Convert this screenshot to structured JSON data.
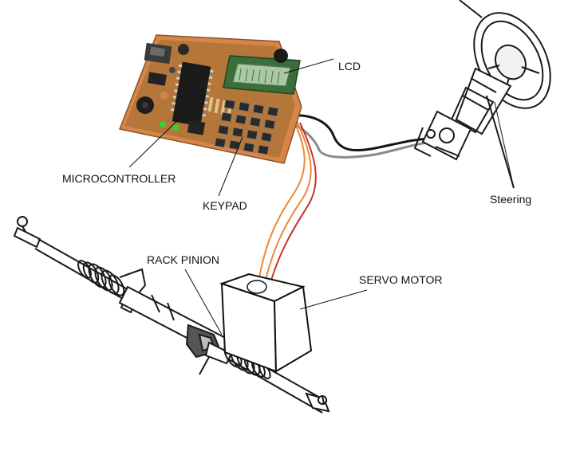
{
  "labels": {
    "lcd": "LCD",
    "microcontroller": "MICROCONTROLLER",
    "keypad": "KEYPAD",
    "steering": "Steering",
    "rack_pinion": "RACK PINION",
    "servo_motor": "SERVO MOTOR"
  },
  "colors": {
    "pcb_board": "#b5763a",
    "pcb_edge": "#8a5226",
    "lcd_screen": "#a9c9a2",
    "wire_orange": "#e8883a",
    "wire_red": "#c83228",
    "wire_black": "#151515",
    "wire_gray": "#8a8a8a",
    "led_green": "#33d233"
  },
  "icons": {
    "board": "microcontroller-board-icon",
    "steering": "steering-wheel-icon",
    "rack": "rack-pinion-icon",
    "servo": "servo-motor-icon"
  }
}
